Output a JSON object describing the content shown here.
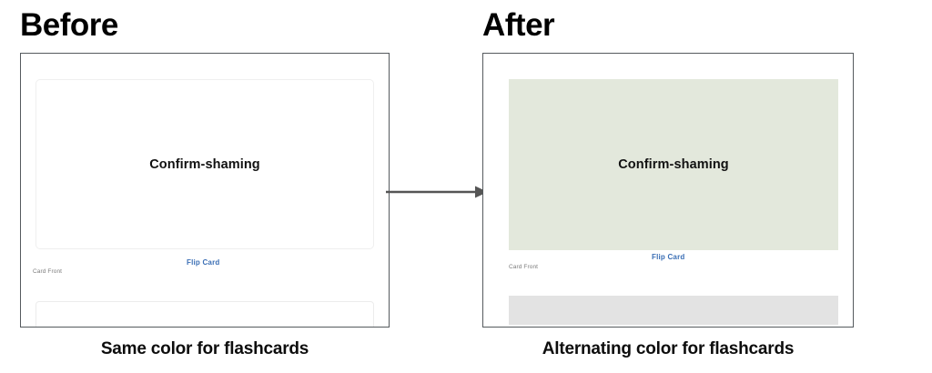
{
  "panels": [
    {
      "heading": "Before",
      "caption": "Same color for flashcards",
      "card": {
        "title": "Confirm-shaming",
        "background": "#ffffff",
        "flip_label": "Flip Card",
        "front_label": "Card Front"
      },
      "second_card": {
        "background": "#ffffff"
      }
    },
    {
      "heading": "After",
      "caption": "Alternating color for flashcards",
      "card": {
        "title": "Confirm-shaming",
        "background": "#e3e8dc",
        "flip_label": "Flip Card",
        "front_label": "Card Front"
      },
      "second_card": {
        "background": "#e3e3e3"
      }
    }
  ],
  "arrow": {
    "icon": "arrow-right-icon",
    "color": "#555555"
  },
  "colors": {
    "frame_border": "#555a5e",
    "link_blue": "#3b6fb5",
    "heading_black": "#000000",
    "muted_grey": "#7b7b7b",
    "tint_green": "#e3e8dc",
    "tint_grey": "#e3e3e3"
  }
}
